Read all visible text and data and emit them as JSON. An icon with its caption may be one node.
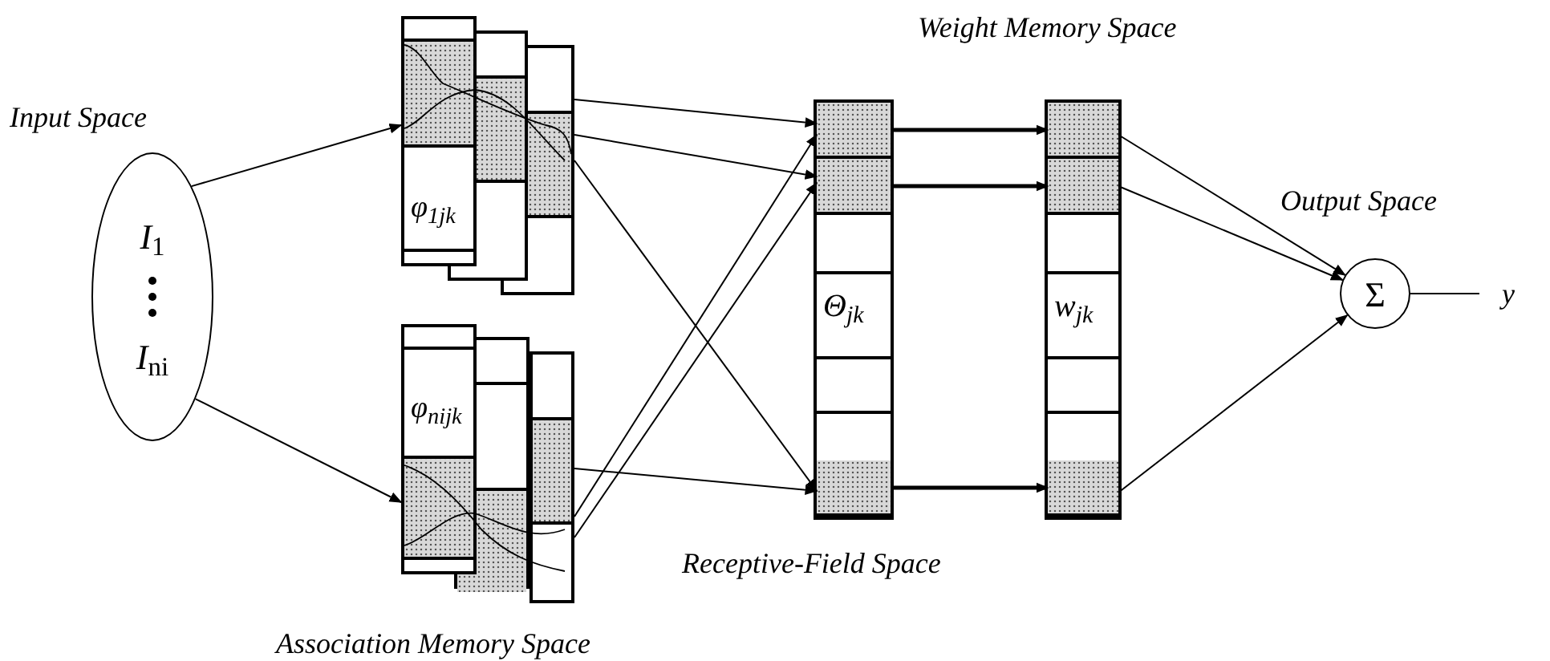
{
  "diagram": {
    "nodes": [
      {
        "text": [
          "*I*$_{1}$",
          "*I*$_{ni}$"
        ]
      },
      {
        "text": [
          "φ$_{1jk}$"
        ]
      },
      {
        "text": [],
        "shape": "box"
      },
      {
        "text": [],
        "shape": "box"
      },
      {
        "text": [
          "φ$_{nijk}$"
        ]
      },
      {
        "text": [],
        "shape": "box"
      },
      {
        "text": [],
        "shape": "box"
      },
      {
        "text": [
          "Θ$_{jk}$"
        ]
      },
      {
        "text": [],
        "shape": "box",
        "in": 7
      },
      {
        "text": [],
        "shape": "box",
        "in": 7
      },
      {
        "text": [],
        "shape": "box",
        "in": 7
      },
      {
        "text": [
          "*w*$_{jk}$"
        ]
      },
      {
        "text": [],
        "shape": "box",
        "in": 11
      },
      {
        "text": [],
        "shape": "box",
        "in": 11
      },
      {
        "text": [],
        "shape": "box",
        "in": 11
      },
      {
        "text": [
          "Σ"
        ]
      }
    ],
    "edges": [
      {
        "from": 0,
        "to": 1,
        "arrow": "to"
      },
      {
        "from": 0,
        "to": 4,
        "arrow": "to"
      },
      {
        "from": 3,
        "to": 8,
        "arrow": "to"
      },
      {
        "from": 3,
        "to": 9,
        "arrow": "to"
      },
      {
        "from": 3,
        "to": 10,
        "arrow": "to"
      },
      {
        "from": 6,
        "to": 8,
        "arrow": "to"
      },
      {
        "from": 6,
        "to": 9,
        "arrow": "to"
      },
      {
        "from": 6,
        "to": 10,
        "arrow": "to"
      },
      {
        "from": 8,
        "to": 12,
        "arrow": "to",
        "style": "thick"
      },
      {
        "from": 9,
        "to": 13,
        "arrow": "to",
        "style": "thick"
      },
      {
        "from": 10,
        "to": 14,
        "arrow": "to",
        "style": "thick"
      },
      {
        "from": 12,
        "to": 15,
        "arrow": "to"
      },
      {
        "from": 13,
        "to": 15,
        "arrow": "to"
      },
      {
        "from": 14,
        "to": 15,
        "arrow": "to"
      },
      {
        "from": 15,
        "to": null,
        "arrow": "none"
      }
    ],
    "labels": [
      "Weight Memory Space",
      "Input Space",
      "Output Space",
      "y",
      "Receptive-Field Space",
      "Association Memory Space"
    ]
  }
}
